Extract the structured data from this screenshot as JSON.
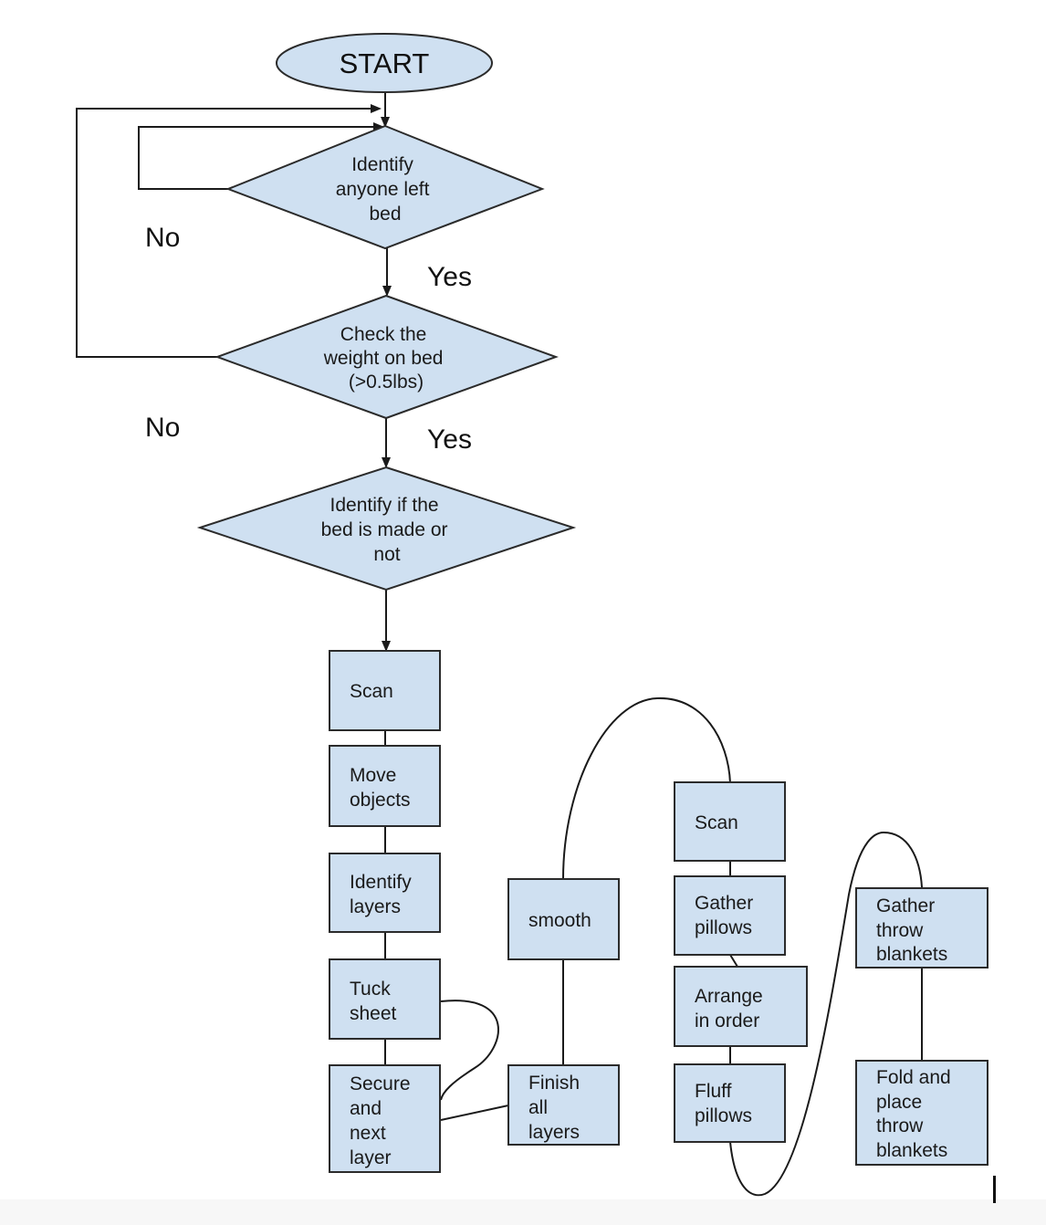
{
  "start": {
    "label": "START"
  },
  "decisions": [
    {
      "id": "d1",
      "lines": [
        "Identify",
        "anyone left",
        "bed"
      ]
    },
    {
      "id": "d2",
      "lines": [
        "Check the",
        "weight on bed",
        "(>0.5lbs)"
      ]
    },
    {
      "id": "d3",
      "lines": [
        "Identify if the",
        "bed is made or",
        "not"
      ]
    }
  ],
  "branch_labels": {
    "no_1": "No",
    "yes_1": "Yes",
    "no_2": "No",
    "yes_2": "Yes"
  },
  "processes": [
    {
      "id": "p-scan",
      "lines": [
        "Scan"
      ]
    },
    {
      "id": "p-move-objects",
      "lines": [
        "Move",
        "objects"
      ]
    },
    {
      "id": "p-identify-layers",
      "lines": [
        "Identify",
        "layers"
      ]
    },
    {
      "id": "p-tuck-sheet",
      "lines": [
        "Tuck",
        "sheet"
      ]
    },
    {
      "id": "p-secure-next-layer",
      "lines": [
        "Secure",
        "and",
        "next",
        "layer"
      ]
    },
    {
      "id": "p-smooth",
      "lines": [
        "smooth"
      ]
    },
    {
      "id": "p-finish-all-layers",
      "lines": [
        "Finish",
        "all",
        "layers"
      ]
    },
    {
      "id": "p-scan-2",
      "lines": [
        "Scan"
      ]
    },
    {
      "id": "p-gather-pillows",
      "lines": [
        "Gather",
        "pillows"
      ]
    },
    {
      "id": "p-arrange-in-order",
      "lines": [
        "Arrange",
        "in order"
      ]
    },
    {
      "id": "p-fluff-pillows",
      "lines": [
        "Fluff",
        "pillows"
      ]
    },
    {
      "id": "p-gather-throw-blankets",
      "lines": [
        "Gather",
        "throw",
        "blankets"
      ]
    },
    {
      "id": "p-fold-place-throw-blankets",
      "lines": [
        "Fold and",
        "place",
        "throw",
        "blankets"
      ]
    }
  ],
  "colors": {
    "node_fill": "#cfe0f1",
    "stroke": "#2b2b2b"
  }
}
